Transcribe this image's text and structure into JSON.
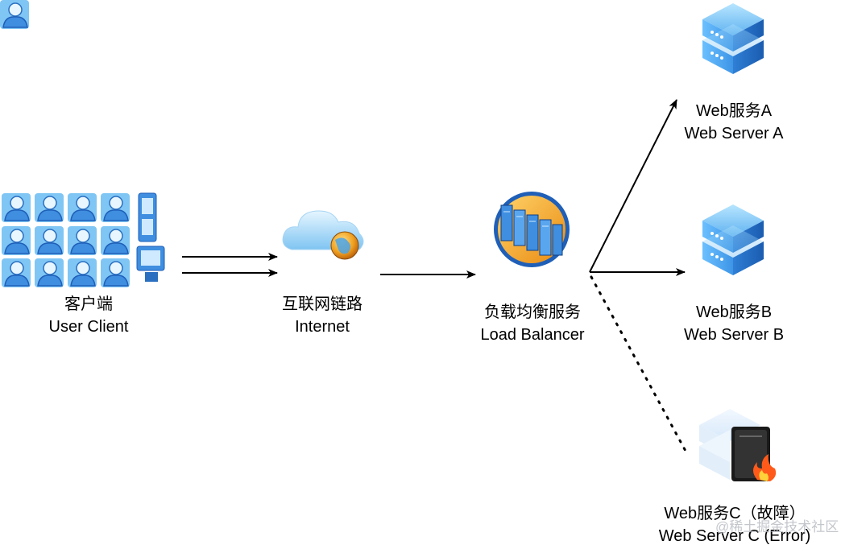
{
  "nodes": {
    "client": {
      "line1": "客户端",
      "line2": "User Client",
      "icon": "user-group-icon"
    },
    "internet": {
      "line1": "互联网链路",
      "line2": "Internet",
      "icon": "cloud-globe-icon"
    },
    "lb": {
      "line1": "负载均衡服务",
      "line2": "Load Balancer",
      "icon": "load-balancer-icon"
    },
    "server_a": {
      "line1": "Web服务A",
      "line2": "Web Server A",
      "icon": "server-icon"
    },
    "server_b": {
      "line1": "Web服务B",
      "line2": "Web Server B",
      "icon": "server-icon"
    },
    "server_c": {
      "line1": "Web服务C（故障）",
      "line2": "Web Server C (Error)",
      "icon": "server-error-icon"
    }
  },
  "edges": [
    {
      "from": "client",
      "to": "internet",
      "style": "solid"
    },
    {
      "from": "internet",
      "to": "lb",
      "style": "solid"
    },
    {
      "from": "lb",
      "to": "server_a",
      "style": "solid"
    },
    {
      "from": "lb",
      "to": "server_b",
      "style": "solid"
    },
    {
      "from": "lb",
      "to": "server_c",
      "style": "dotted"
    }
  ],
  "watermark": "@稀土掘金技术社区",
  "colors": {
    "server_blue": "#3f8ee0",
    "server_light": "#8fd0ff",
    "lb_ring": "#1f5fb8",
    "lb_orange": "#f0a020",
    "error_flame": "#ff5a1a"
  }
}
